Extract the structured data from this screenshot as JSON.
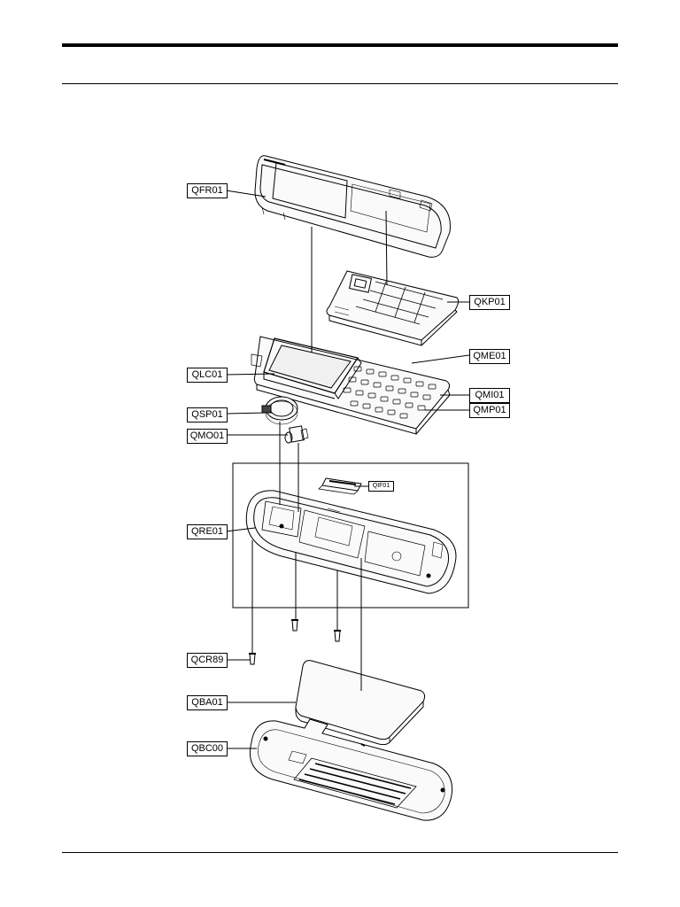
{
  "diagram": {
    "labels": {
      "qfr": "QFR01",
      "qkp": "QKP01",
      "qme": "QME01",
      "qlc": "QLC01",
      "qmi": "QMI01",
      "qmp": "QMP01",
      "qsp": "QSP01",
      "qmo": "QMO01",
      "qif": "QIF01",
      "qre": "QRE01",
      "qcr": "QCR89",
      "qba": "QBA01",
      "qbc": "QBC00"
    }
  }
}
